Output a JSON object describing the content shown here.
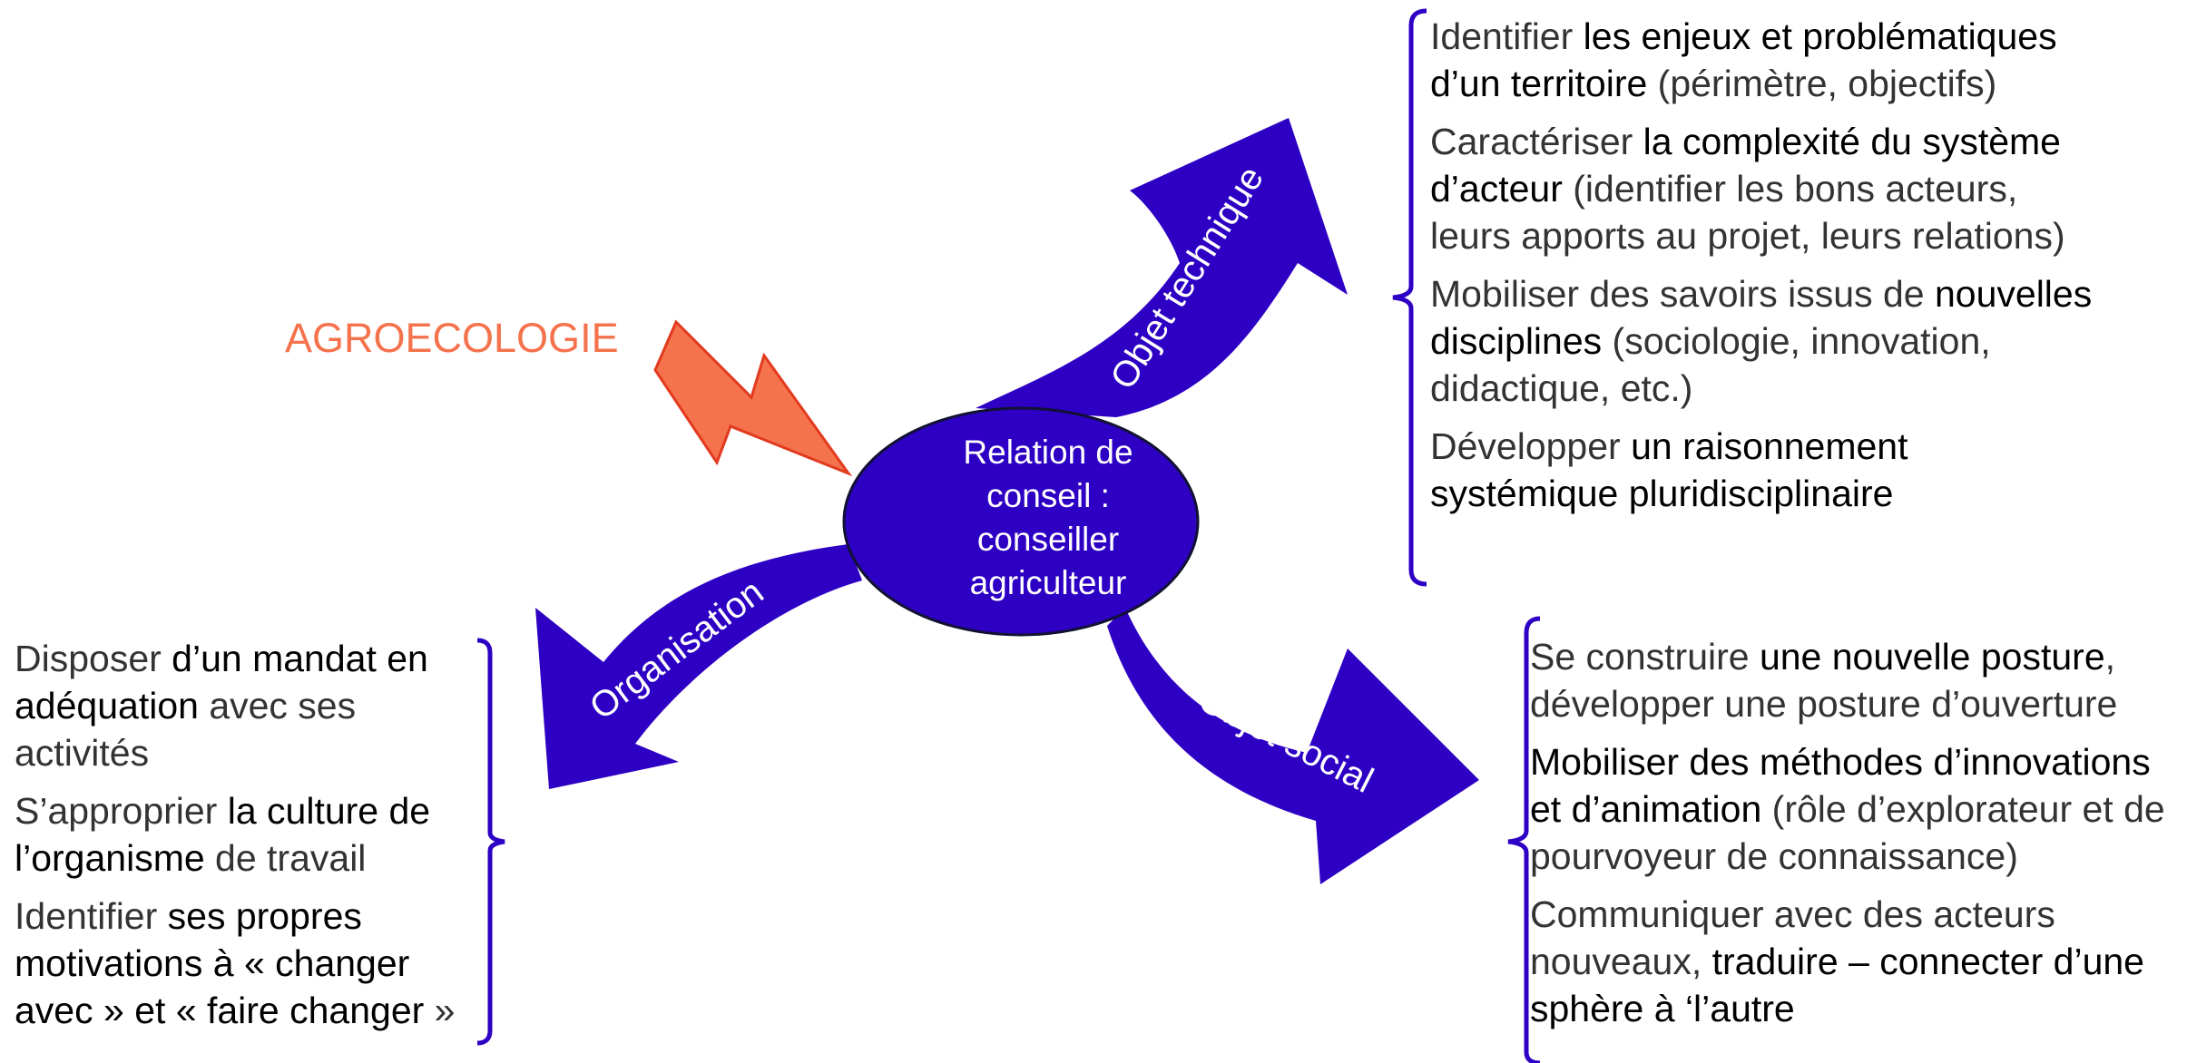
{
  "center": {
    "line1": "Relation de",
    "line2": "conseil :",
    "line3": "conseiller",
    "line4": "agriculteur"
  },
  "agroecologie": "AGROECOLOGIE",
  "arrows": {
    "technique": "Objet technique",
    "organisation": "Organisation",
    "social": "Objet social"
  },
  "technique_items": [
    {
      "a": "Identifier ",
      "b": "les enjeux et problématiques d’un territoire",
      "c": " (périmètre, objectifs)"
    },
    {
      "a": "Caractériser ",
      "b": "la complexité du système d’acteur",
      "c": " (identifier les bons acteurs, leurs apports au projet, leurs relations)"
    },
    {
      "a": "Mobiliser des savoirs issus de ",
      "b": "nouvelles disciplines",
      "c": " (sociologie, innovation, didactique, etc.)"
    },
    {
      "a": "Développer ",
      "b": "un raisonnement systémique pluridisciplinaire",
      "c": ""
    }
  ],
  "organisation_items": [
    {
      "a": "Disposer ",
      "b": "d’un mandat en adéquation",
      "c": " avec ses activités"
    },
    {
      "a": "S’approprier ",
      "b": "la culture de l’organisme",
      "c": " de travail"
    },
    {
      "a": "Identifier ",
      "b": "ses propres motivations à « changer avec » et « faire changer",
      "c": " »"
    }
  ],
  "social_items": [
    {
      "a": "Se construire ",
      "b": "une nouvelle posture",
      "c": ", développer une posture d’ouverture"
    },
    {
      "a": "",
      "b": "Mobiliser des méthodes d’innovations et d’animation",
      "c": " (rôle d’explorateur et de pourvoyeur de connaissance)"
    },
    {
      "a": "Communiquer avec des acteurs nouveaux, ",
      "b": "traduire – connecter d’une sphère à ‘l’autre",
      "c": ""
    }
  ],
  "colors": {
    "arrow": "#2d00c4",
    "bracket": "#2d00c4",
    "lightning": "#f4734d",
    "agro_text": "#f4734d"
  }
}
